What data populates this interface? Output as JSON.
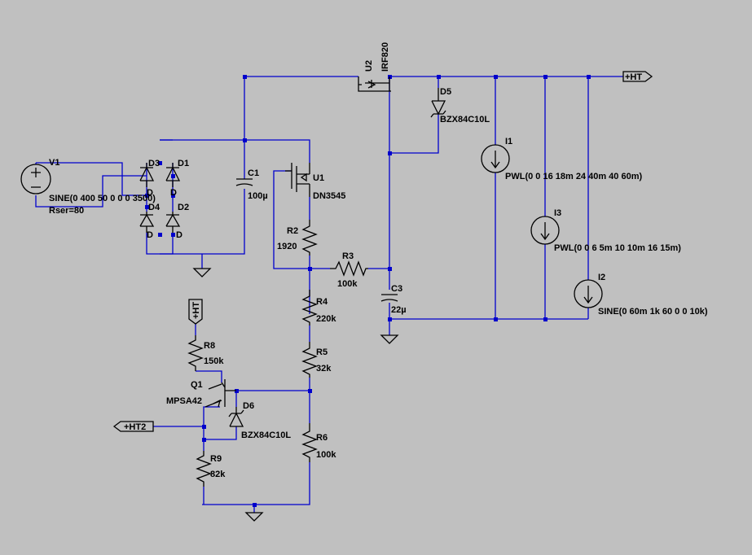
{
  "components": {
    "V1": {
      "ref": "V1",
      "value": "SINE(0 400 50 0 0 0 3500)",
      "param": "Rser=80"
    },
    "D1": {
      "ref": "D1",
      "model": "D"
    },
    "D2": {
      "ref": "D2",
      "model": "D"
    },
    "D3": {
      "ref": "D3",
      "model": "D"
    },
    "D4": {
      "ref": "D4",
      "model": "D"
    },
    "C1": {
      "ref": "C1",
      "value": "100µ"
    },
    "U1": {
      "ref": "U1",
      "value": "DN3545"
    },
    "U2": {
      "ref": "U2",
      "value": "IRF820"
    },
    "D5": {
      "ref": "D5",
      "value": "BZX84C10L"
    },
    "I1": {
      "ref": "I1",
      "value": "PWL(0 0 16 18m 24 40m 40 60m)"
    },
    "I3": {
      "ref": "I3",
      "value": "PWL(0 0 6 5m 10 10m 16 15m)"
    },
    "I2": {
      "ref": "I2",
      "value": "SINE(0 60m 1k 60 0 0 10k)"
    },
    "R2": {
      "ref": "R2",
      "value": "1920"
    },
    "R3": {
      "ref": "R3",
      "value": "100k"
    },
    "C3": {
      "ref": "C3",
      "value": "22µ"
    },
    "R4": {
      "ref": "R4",
      "value": "220k"
    },
    "R5": {
      "ref": "R5",
      "value": "32k"
    },
    "R6": {
      "ref": "R6",
      "value": "100k"
    },
    "R8": {
      "ref": "R8",
      "value": "150k"
    },
    "R9": {
      "ref": "R9",
      "value": "82k"
    },
    "Q1": {
      "ref": "Q1",
      "value": "MPSA42"
    },
    "D6": {
      "ref": "D6",
      "value": "BZX84C10L"
    }
  },
  "nets": {
    "ht": "+HT",
    "ht2": "+HT2",
    "ht_small": "+HT"
  },
  "colors": {
    "wire": "#0000cc",
    "component": "#000000",
    "background": "#c0c0c0"
  }
}
